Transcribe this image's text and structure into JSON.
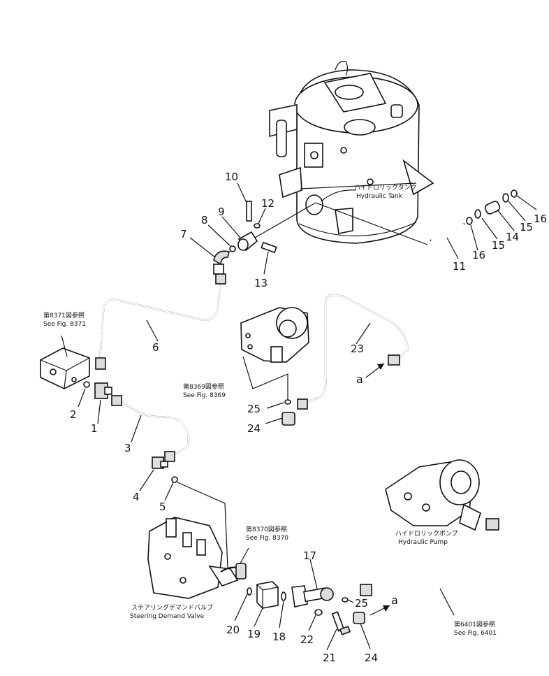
{
  "references": {
    "fig8371": {
      "jp": "第8371図参照",
      "en": "See Fig. 8371"
    },
    "fig8369": {
      "jp": "第8369図参照",
      "en": "See Fig. 8369"
    },
    "fig8370": {
      "jp": "第8370図参照",
      "en": "See Fig. 8370"
    },
    "fig6401": {
      "jp": "第6401図参照",
      "en": "See Fig. 6401"
    }
  },
  "components": {
    "tank": {
      "jp": "ハイドロリックタンク",
      "en": "Hydraulic  Tank"
    },
    "pump": {
      "jp": "ハイドロリックポンプ",
      "en": "Hydraulic  Pump"
    },
    "valve": {
      "jp": "ステアリングデマンドバルブ",
      "en": "Steering  Demand  Valve"
    }
  },
  "connector_label": "a",
  "part_numbers": {
    "p1": "1",
    "p2": "2",
    "p3": "3",
    "p4": "4",
    "p5": "5",
    "p6": "6",
    "p7": "7",
    "p8": "8",
    "p9": "9",
    "p10": "10",
    "p11": "11",
    "p12": "12",
    "p13": "13",
    "p14": "14",
    "p15a": "15",
    "p15b": "15",
    "p16a": "16",
    "p16b": "16",
    "p17": "17",
    "p18": "18",
    "p19": "19",
    "p20": "20",
    "p21": "21",
    "p22": "22",
    "p23": "23",
    "p24a": "24",
    "p24b": "24",
    "p25a": "25",
    "p25b": "25"
  }
}
